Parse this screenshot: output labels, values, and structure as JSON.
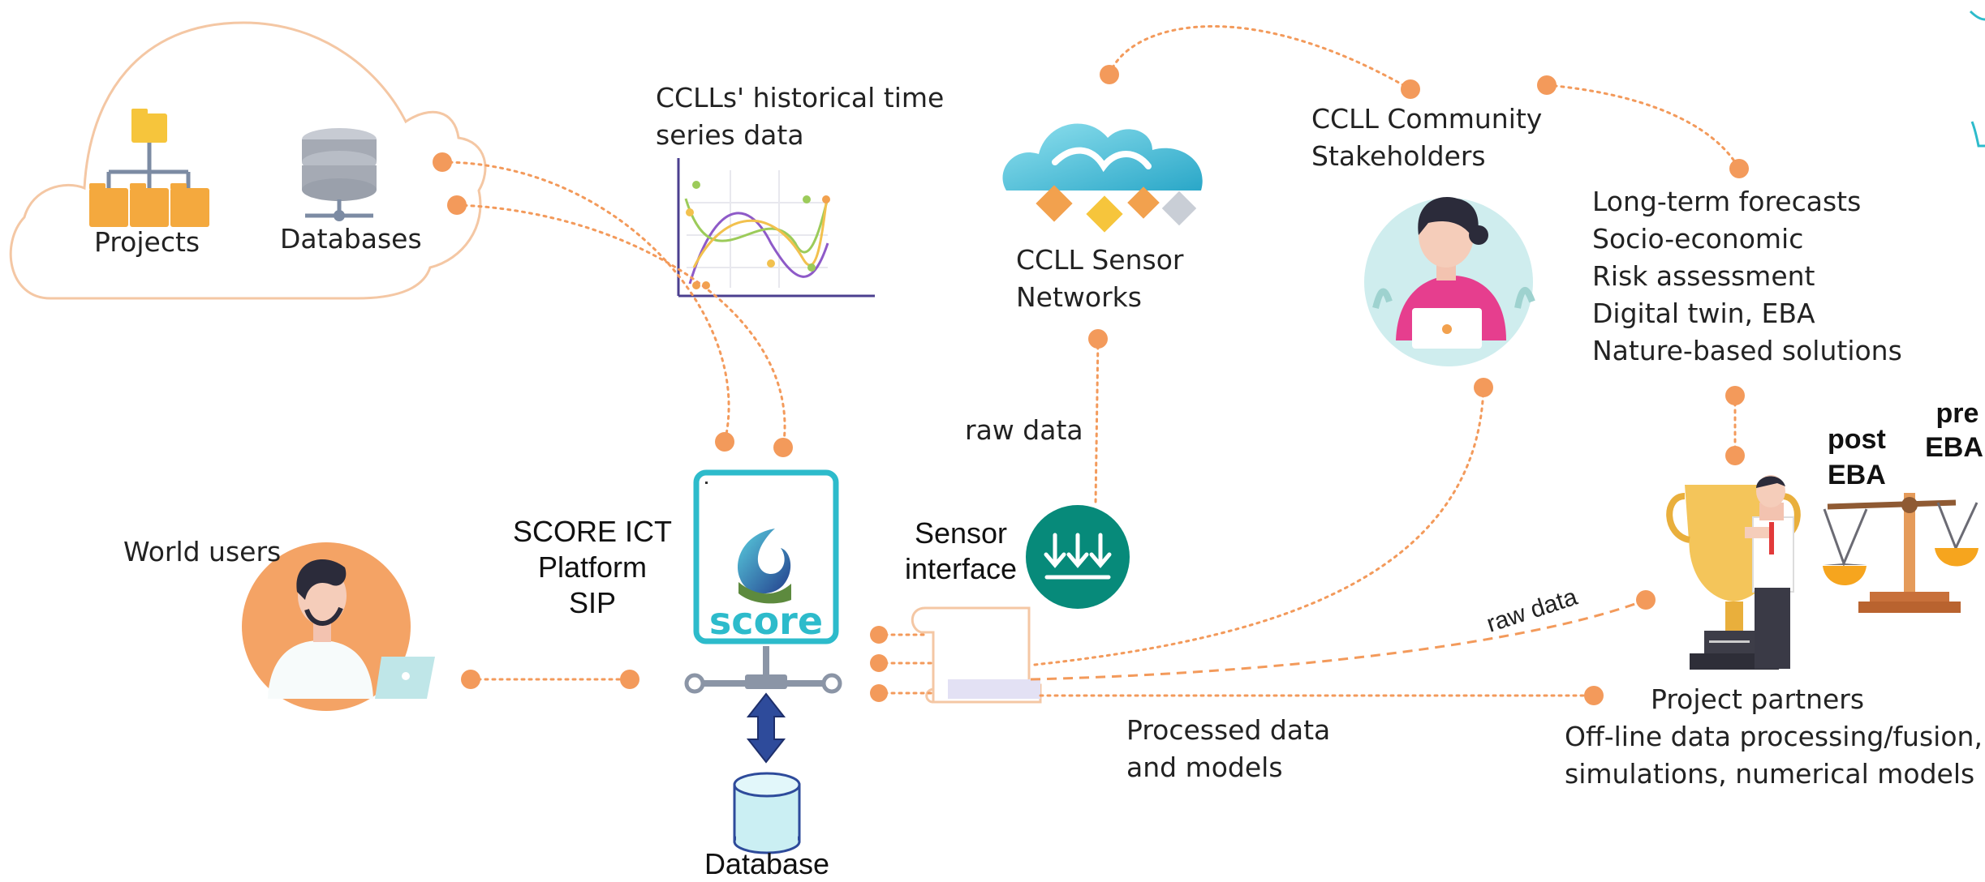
{
  "cloud": {
    "projects_label": "Projects",
    "databases_label": "Databases"
  },
  "timeseries": {
    "title_line1": "CCLLs' historical time",
    "title_line2": "series data"
  },
  "sensor_networks": {
    "label_line1": "CCLL Sensor",
    "label_line2": "Networks"
  },
  "community": {
    "label_line1": "CCLL Community",
    "label_line2": "Stakeholders"
  },
  "services": [
    "Long-term forecasts",
    "Socio-economic",
    "Risk assessment",
    "Digital twin, EBA",
    "Nature-based solutions"
  ],
  "eba": {
    "pre_line1": "pre",
    "pre_line2": "EBA",
    "post_line1": "post",
    "post_line2": "EBA"
  },
  "flows": {
    "raw_data_top": "raw data",
    "raw_data_right": "raw data",
    "processed_line1": "Processed data",
    "processed_line2": "and models"
  },
  "world_users": {
    "label": "World users"
  },
  "platform": {
    "label_line1": "SCORE ICT",
    "label_line2": "Platform",
    "label_line3": "SIP",
    "logo_text": "score"
  },
  "sensor_interface": {
    "label_line1": "Sensor",
    "label_line2": "interface"
  },
  "database": {
    "label": "Database"
  },
  "partners": {
    "label_line1": "Project partners",
    "label_line2": "Off-line data processing/fusion,",
    "label_line3": "simulations, numerical models"
  },
  "colors": {
    "accent_orange": "#F39A5B",
    "teal": "#2DBBCB",
    "sensor_green": "#078A7A",
    "navy": "#2E4B9B",
    "gold": "#F2B52E"
  }
}
